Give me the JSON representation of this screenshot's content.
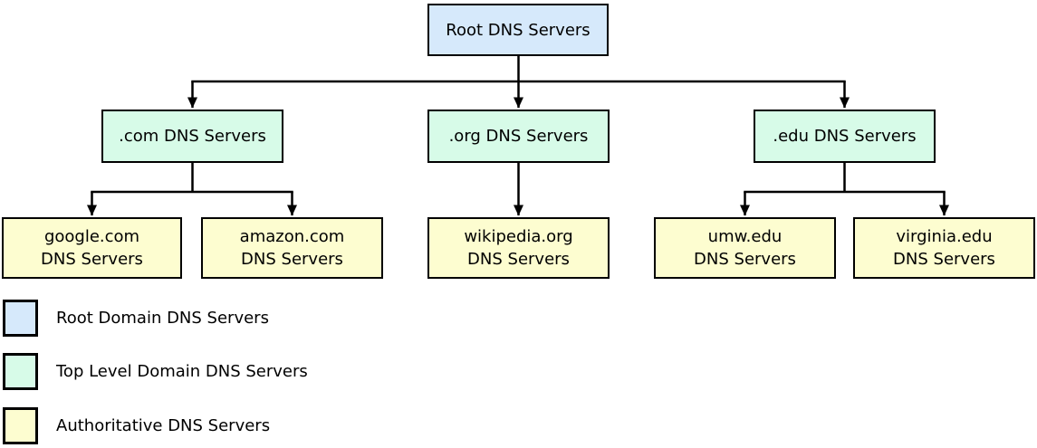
{
  "palette": {
    "background": "#ffffff",
    "root_fill": "#d6e9fb",
    "tld_fill": "#d7fbe8",
    "authoritative_fill": "#fdfdd0",
    "border_color": "#000000",
    "line_color": "#000000",
    "text_color": "#000000"
  },
  "nodes": {
    "root": {
      "label": "Root DNS Servers",
      "type": "root"
    },
    "com": {
      "label": ".com DNS Servers",
      "type": "tld"
    },
    "org": {
      "label": ".org DNS Servers",
      "type": "tld"
    },
    "edu": {
      "label": ".edu DNS Servers",
      "type": "tld"
    },
    "google": {
      "line1": "google.com",
      "line2": "DNS Servers",
      "type": "authoritative"
    },
    "amazon": {
      "line1": "amazon.com",
      "line2": "DNS Servers",
      "type": "authoritative"
    },
    "wikipedia": {
      "line1": "wikipedia.org",
      "line2": "DNS Servers",
      "type": "authoritative"
    },
    "umw": {
      "line1": "umw.edu",
      "line2": "DNS Servers",
      "type": "authoritative"
    },
    "virginia": {
      "line1": "virginia.edu",
      "line2": "DNS Servers",
      "type": "authoritative"
    }
  },
  "edges": [
    {
      "from": "root",
      "to": "com"
    },
    {
      "from": "root",
      "to": "org"
    },
    {
      "from": "root",
      "to": "edu"
    },
    {
      "from": "com",
      "to": "google"
    },
    {
      "from": "com",
      "to": "amazon"
    },
    {
      "from": "org",
      "to": "wikipedia"
    },
    {
      "from": "edu",
      "to": "umw"
    },
    {
      "from": "edu",
      "to": "virginia"
    }
  ],
  "legend": {
    "items": [
      {
        "label": "Root Domain DNS Servers",
        "color": "#d6e9fb"
      },
      {
        "label": "Top Level Domain DNS Servers",
        "color": "#d7fbe8"
      },
      {
        "label": "Authoritative DNS Servers",
        "color": "#fdfdd0"
      }
    ]
  }
}
